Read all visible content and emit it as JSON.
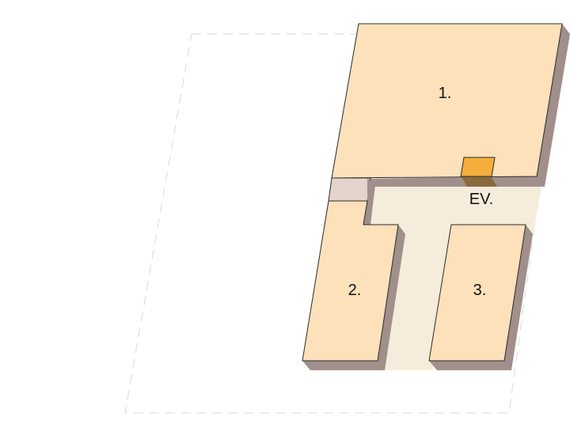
{
  "floorplan": {
    "rooms": [
      {
        "id": "room-1",
        "label": "1."
      },
      {
        "id": "room-2",
        "label": "2."
      },
      {
        "id": "room-3",
        "label": "3."
      }
    ],
    "elevator": {
      "label": "EV."
    },
    "colors": {
      "room_fill": "#fde1bb",
      "shadow": "#a08f8a",
      "corridor": "#f6ecdb",
      "stair": "#e4d3cb",
      "elevator": "#f5ae3c",
      "outline_dashed": "#d9d9d9",
      "stroke": "#2b2b2b"
    }
  }
}
